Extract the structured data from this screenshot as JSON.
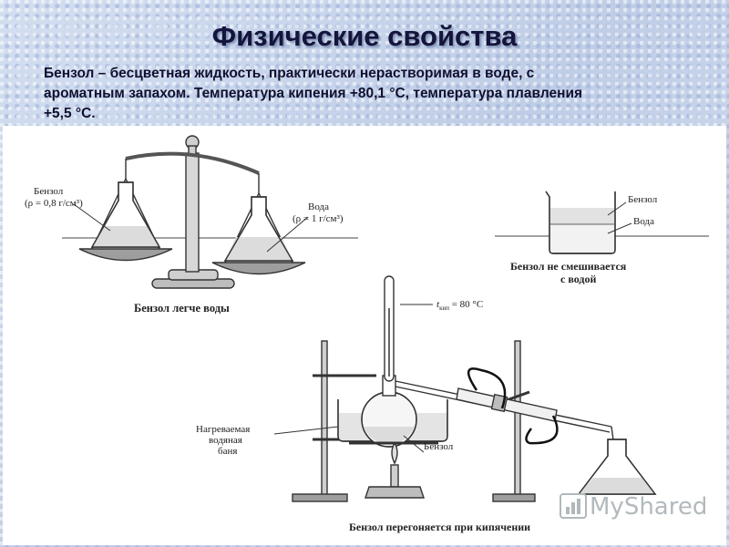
{
  "slide": {
    "title": "Физические свойства",
    "description_lines": [
      "Бензол – бесцветная жидкость, практически нерастворимая в воде, с",
      "ароматным запахом. Температура кипения +80,1 °С, температура плавления",
      "+5,5 °С."
    ]
  },
  "balance": {
    "left_label_1": "Бензол",
    "left_label_2": "(ρ = 0,8 г/см³)",
    "right_label_1": "Вода",
    "right_label_2": "(ρ = 1 г/см³)",
    "caption": "Бензол легче воды"
  },
  "beaker": {
    "top_label": "Бензол",
    "bottom_label": "Вода",
    "caption_1": "Бензол не смешивается",
    "caption_2": "с водой"
  },
  "distillation": {
    "thermometer_label": "t",
    "thermometer_subscript": "кип",
    "thermometer_value": " = 80 °С",
    "bath_label_1": "Нагреваемая",
    "bath_label_2": "водяная",
    "bath_label_3": "баня",
    "flask_label": "Бензол",
    "caption": "Бензол перегоняется при кипячении"
  },
  "watermark": {
    "text": "MyShared"
  },
  "colors": {
    "title": "#14143c",
    "text": "#101030",
    "line": "#333333",
    "liquid": "#dcdcdc"
  }
}
